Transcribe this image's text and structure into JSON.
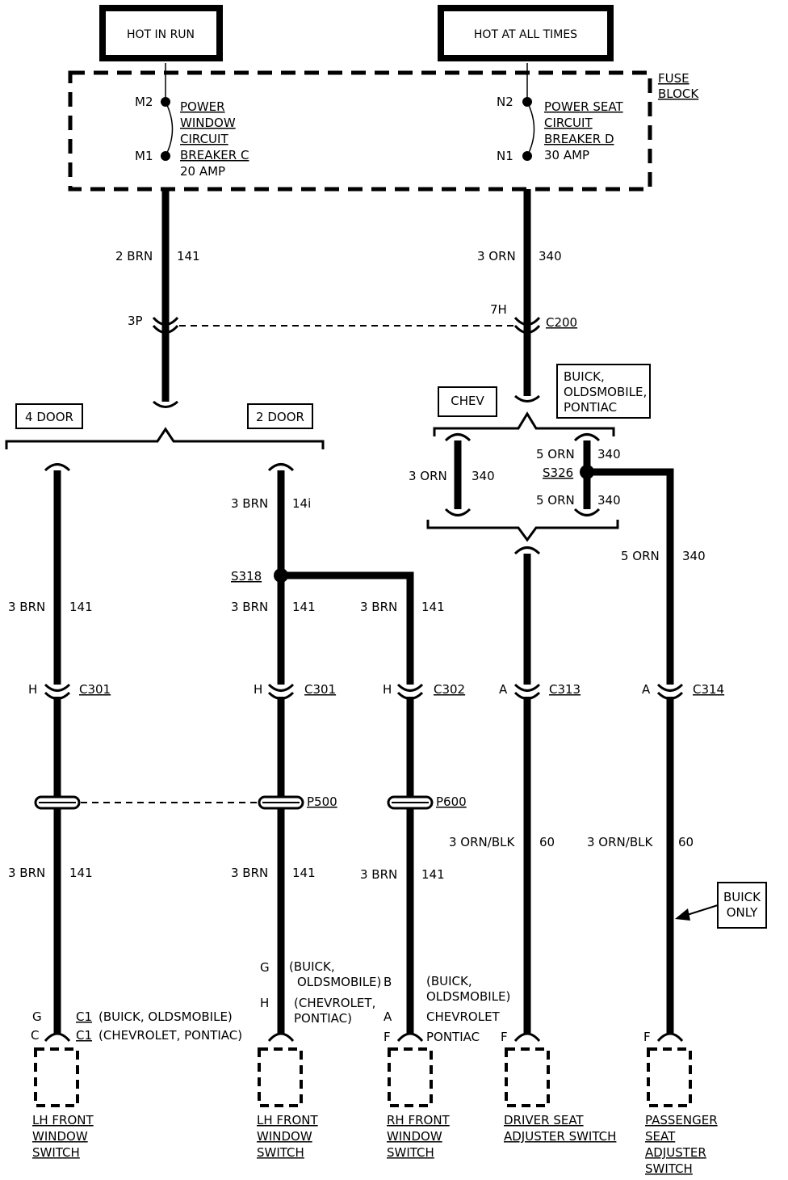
{
  "power_sources": {
    "hot_in_run": "HOT IN RUN",
    "hot_at_all_times": "HOT AT ALL TIMES"
  },
  "fuse_block": {
    "label_line1": "FUSE",
    "label_line2": "BLOCK",
    "left_breaker": {
      "top_pin": "M2",
      "bottom_pin": "M1",
      "lines": [
        "POWER",
        "WINDOW",
        "CIRCUIT",
        "BREAKER C",
        "20 AMP"
      ]
    },
    "right_breaker": {
      "top_pin": "N2",
      "bottom_pin": "N1",
      "lines": [
        "POWER SEAT",
        "CIRCUIT",
        "BREAKER D",
        "30 AMP"
      ]
    }
  },
  "wires": {
    "brn_2": "2 BRN",
    "brn_3": "3 BRN",
    "orn_3": "3 ORN",
    "orn_5": "5 ORN",
    "orn_blk_3": "3 ORN/BLK",
    "c141": "141",
    "c141_alt": "14i",
    "c340": "340",
    "c60": "60"
  },
  "connectors": {
    "c200_left_pin": "3P",
    "c200_right_pin": "7H",
    "c200": "C200",
    "c301": "C301",
    "c302": "C302",
    "c313": "C313",
    "c314": "C314",
    "pin_h": "H",
    "pin_a": "A",
    "p500": "P500",
    "p600": "P600",
    "s318": "S318",
    "s326": "S326"
  },
  "options": {
    "four_door": "4 DOOR",
    "two_door": "2 DOOR",
    "chev": "CHEV",
    "buick_olds_pontiac": [
      "BUICK,",
      "OLDSMOBILE,",
      "PONTIAC"
    ],
    "buick_only": [
      "BUICK",
      "ONLY"
    ]
  },
  "terminals": {
    "lh_g": "G",
    "lh_c": "C",
    "lh_c1": "C1",
    "lh_note1": "(BUICK, OLDSMOBILE)",
    "lh_note2": "(CHEVROLET, PONTIAC)",
    "lh2_g": "G",
    "lh2_h": "H",
    "lh2_note1": [
      "(BUICK,",
      "OLDSMOBILE)"
    ],
    "lh2_note2": [
      "(CHEVROLET,",
      "PONTIAC)"
    ],
    "rh_b": "B",
    "rh_a": "A",
    "rh_f": "F",
    "rh_note1": [
      "(BUICK,",
      "OLDSMOBILE)"
    ],
    "rh_note2": "CHEVROLET",
    "rh_note3": "PONTIAC",
    "seat_f": "F"
  },
  "components": {
    "lh_switch_4door": [
      "LH FRONT",
      "WINDOW",
      "SWITCH"
    ],
    "lh_switch_2door": [
      "LH FRONT",
      "WINDOW",
      "SWITCH"
    ],
    "rh_switch": [
      "RH FRONT",
      "WINDOW",
      "SWITCH"
    ],
    "driver_seat": [
      "DRIVER SEAT",
      "ADJUSTER SWITCH"
    ],
    "passenger_seat": [
      "PASSENGER",
      "SEAT",
      "ADJUSTER",
      "SWITCH"
    ]
  }
}
